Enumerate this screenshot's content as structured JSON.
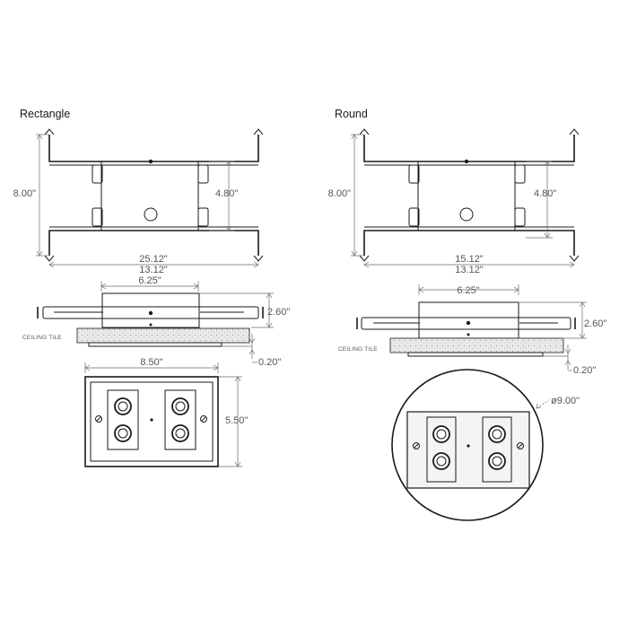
{
  "rectangle": {
    "title": "Rectangle",
    "height_top": "8.00\"",
    "bracket_height": "4.80\"",
    "width_outer": "25.12\"",
    "width_inner": "13.12\"",
    "housing_width": "6.25\"",
    "side_height": "2.60\"",
    "ceiling_label": "CEILING TILE",
    "flange_thickness": "0.20\"",
    "plate_width": "8.50\"",
    "plate_height": "5.50\""
  },
  "round": {
    "title": "Round",
    "height_top": "8.00\"",
    "bracket_height": "4.80\"",
    "width_outer": "15.12\"",
    "width_inner": "13.12\"",
    "housing_width": "6.25\"",
    "side_height": "2.60\"",
    "ceiling_label": "CEILING TILE",
    "flange_thickness": "0.20\"",
    "diameter": "ø9.00\""
  },
  "colors": {
    "line": "#1a1a1a",
    "dimension": "#6a6a6a",
    "tile": "#e6e6e6",
    "plate": "#f4f4f4"
  }
}
